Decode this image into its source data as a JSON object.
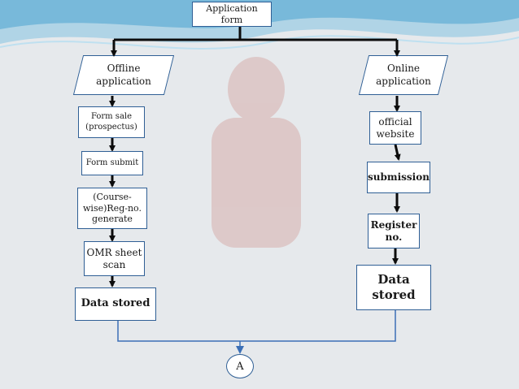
{
  "top": {
    "label": "Application form"
  },
  "offline": {
    "label": "Offline application",
    "steps": [
      {
        "label": "Form sale (prospectus)"
      },
      {
        "label": "Form submit"
      },
      {
        "label": "(Course-wise)Reg-no. generate"
      },
      {
        "label": "OMR sheet scan"
      },
      {
        "label": "Data stored"
      }
    ]
  },
  "online": {
    "label": "Online application",
    "steps": [
      {
        "label": "official website"
      },
      {
        "label": "submission"
      },
      {
        "label": "Register no."
      },
      {
        "label": "Data stored"
      }
    ]
  },
  "connector": {
    "label": "A"
  },
  "colors": {
    "line": "#0c0c0c",
    "border": "#2f5f95",
    "wave": "#6fb3d6",
    "arrow_blue": "#3b6fb6"
  }
}
